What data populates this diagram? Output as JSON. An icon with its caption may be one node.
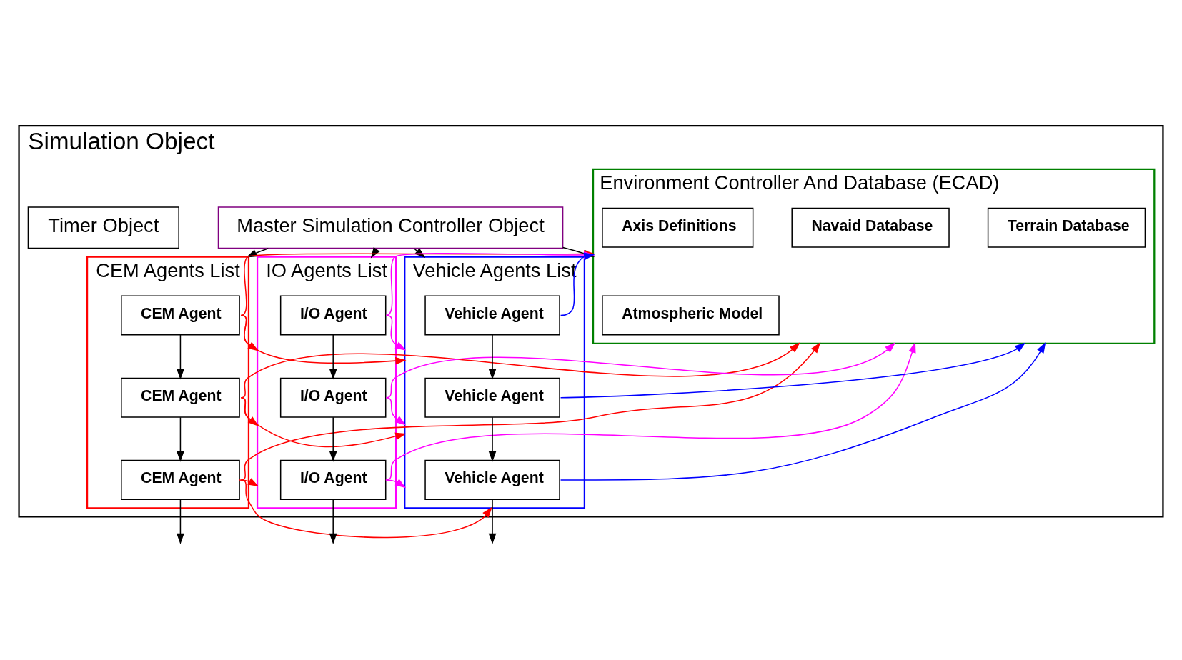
{
  "diagram": {
    "nodes": [
      {
        "text": [
          "Simulation Object"
        ]
      },
      {
        "text": [
          "Master Simulation Controller Object"
        ],
        "in": 0
      },
      {
        "text": [
          "Timer Object"
        ],
        "in": 0
      },
      {
        "text": [
          "CEM Agents List"
        ],
        "in": 0
      },
      {
        "text": [
          "CEM Agent"
        ],
        "in": 3
      },
      {
        "text": [
          "CEM Agent"
        ],
        "in": 3
      },
      {
        "text": [
          "CEM Agent"
        ],
        "in": 3
      },
      {
        "text": [
          "IO Agents List"
        ],
        "in": 0
      },
      {
        "text": [
          "I/O Agent"
        ],
        "in": 7
      },
      {
        "text": [
          "I/O Agent"
        ],
        "in": 7
      },
      {
        "text": [
          "I/O Agent"
        ],
        "in": 7
      },
      {
        "text": [
          "Vehicle Agents List"
        ],
        "in": 0
      },
      {
        "text": [
          "Vehicle Agent"
        ],
        "in": 11
      },
      {
        "text": [
          "Vehicle Agent"
        ],
        "in": 11
      },
      {
        "text": [
          "Vehicle Agent"
        ],
        "in": 11
      },
      {
        "text": [
          "Environment Controller And Database (ECAD)"
        ],
        "in": 0
      },
      {
        "text": [
          "Atmospheric Model"
        ],
        "in": 15
      },
      {
        "text": [
          "Terrain Database"
        ],
        "in": 15
      },
      {
        "text": [
          "Navaid Database"
        ],
        "in": 15
      },
      {
        "text": [
          "Axis Definitions"
        ],
        "in": 15
      }
    ],
    "edges": [
      {
        "from": 1,
        "to": 3,
        "arrow": "to"
      },
      {
        "from": 1,
        "to": 7,
        "arrow": "to"
      },
      {
        "from": 1,
        "to": 11,
        "arrow": "to"
      },
      {
        "from": 1,
        "to": 15,
        "arrow": "to"
      },
      {
        "from": 4,
        "to": 5,
        "arrow": "to"
      },
      {
        "from": 5,
        "to": 6,
        "arrow": "to"
      },
      {
        "from": 6,
        "to": null,
        "arrow": "to"
      },
      {
        "from": 8,
        "to": 9,
        "arrow": "to"
      },
      {
        "from": 9,
        "to": 10,
        "arrow": "to"
      },
      {
        "from": 10,
        "to": null,
        "arrow": "to"
      },
      {
        "from": 12,
        "to": 13,
        "arrow": "to"
      },
      {
        "from": 13,
        "to": 14,
        "arrow": "to"
      },
      {
        "from": 14,
        "to": null,
        "arrow": "to"
      },
      {
        "from": 4,
        "to": 7,
        "arrow": "to",
        "color": "#ff0000"
      },
      {
        "from": 5,
        "to": 7,
        "arrow": "to",
        "color": "#ff0000"
      },
      {
        "from": 6,
        "to": 7,
        "arrow": "to",
        "color": "#ff0000"
      },
      {
        "from": 4,
        "to": 11,
        "arrow": "to",
        "color": "#ff0000"
      },
      {
        "from": 5,
        "to": 11,
        "arrow": "to",
        "color": "#ff0000"
      },
      {
        "from": 6,
        "to": 11,
        "arrow": "to",
        "color": "#ff0000"
      },
      {
        "from": 4,
        "to": 15,
        "arrow": "to",
        "color": "#ff0000"
      },
      {
        "from": 5,
        "to": 15,
        "arrow": "to",
        "color": "#ff0000"
      },
      {
        "from": 6,
        "to": 15,
        "arrow": "to",
        "color": "#ff0000"
      },
      {
        "from": 8,
        "to": 11,
        "arrow": "to",
        "color": "#ff00ff"
      },
      {
        "from": 9,
        "to": 11,
        "arrow": "to",
        "color": "#ff00ff"
      },
      {
        "from": 10,
        "to": 11,
        "arrow": "to",
        "color": "#ff00ff"
      },
      {
        "from": 8,
        "to": 15,
        "arrow": "to",
        "color": "#ff00ff"
      },
      {
        "from": 9,
        "to": 15,
        "arrow": "to",
        "color": "#ff00ff"
      },
      {
        "from": 10,
        "to": 15,
        "arrow": "to",
        "color": "#ff00ff"
      },
      {
        "from": 12,
        "to": 15,
        "arrow": "to",
        "color": "#0000ff"
      },
      {
        "from": 13,
        "to": 15,
        "arrow": "to",
        "color": "#0000ff"
      },
      {
        "from": 14,
        "to": 15,
        "arrow": "to",
        "color": "#0000ff"
      }
    ]
  }
}
